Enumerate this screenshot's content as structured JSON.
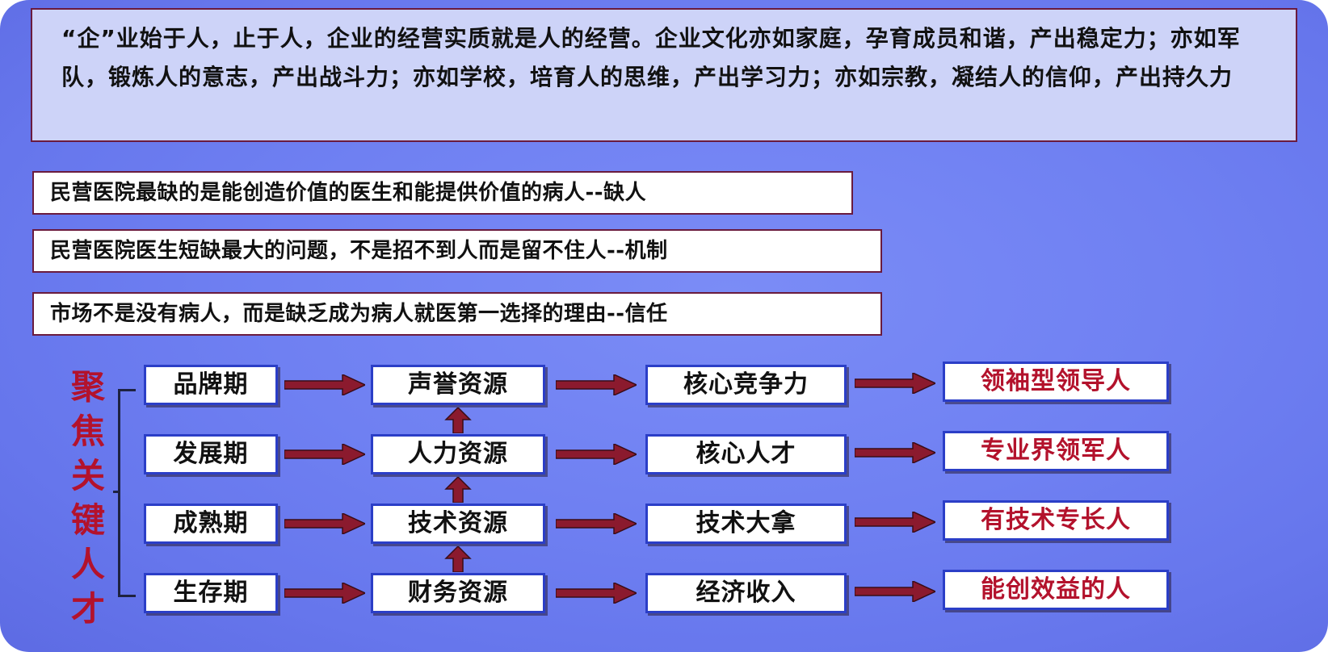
{
  "intro": {
    "text": "“企”业始于人，止于人，企业的经营实质就是人的经营。企业文化亦如家庭，孕育成员和谐，产出稳定力；亦如军队，锻炼人的意志，产出战斗力；亦如学校，培育人的思维，产出学习力；亦如宗教，凝结人的信仰，产出持久力"
  },
  "statements": [
    "民营医院最缺的是能创造价值的医生和能提供价值的病人--缺人",
    "民营医院医生短缺最大的问题，不是招不到人而是留不住人--机制",
    "市场不是没有病人，而是缺乏成为病人就医第一选择的理由--信任"
  ],
  "focus_title": [
    "聚",
    "焦",
    "关",
    "键",
    "人",
    "才"
  ],
  "rows": [
    {
      "stage": "品牌期",
      "resource": "声誉资源",
      "outcome": "核心竞争力",
      "talent": "领袖型领导人"
    },
    {
      "stage": "发展期",
      "resource": "人力资源",
      "outcome": "核心人才",
      "talent": "专业界领军人"
    },
    {
      "stage": "成熟期",
      "resource": "技术资源",
      "outcome": "技术大拿",
      "talent": "有技术专长人"
    },
    {
      "stage": "生存期",
      "resource": "财务资源",
      "outcome": "经济收入",
      "talent": "能创效益的人"
    }
  ],
  "colors": {
    "background": "#6f80f2",
    "box_border": "#2b3ec7",
    "arrow": "#8b1a2e",
    "highlight_text": "#b3122c"
  }
}
